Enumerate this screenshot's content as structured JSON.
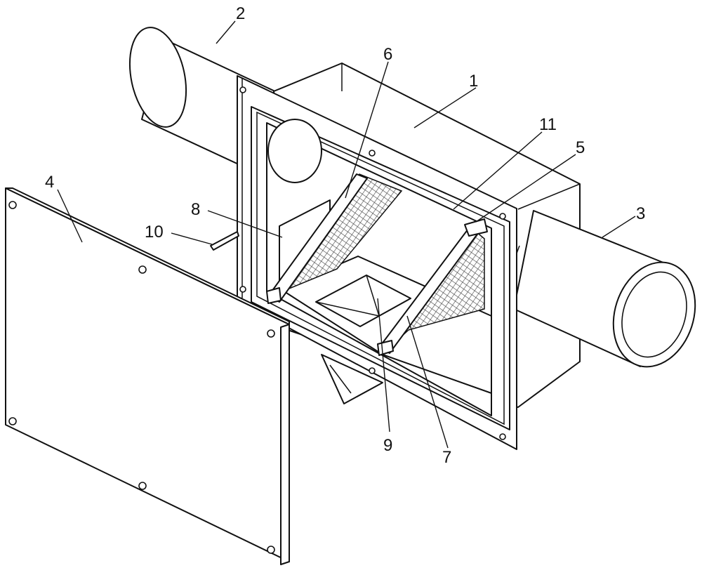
{
  "callouts": [
    {
      "id": "1",
      "text": "1"
    },
    {
      "id": "2",
      "text": "2"
    },
    {
      "id": "3",
      "text": "3"
    },
    {
      "id": "4",
      "text": "4"
    },
    {
      "id": "5",
      "text": "5"
    },
    {
      "id": "6",
      "text": "6"
    },
    {
      "id": "7",
      "text": "7"
    },
    {
      "id": "8",
      "text": "8"
    },
    {
      "id": "9",
      "text": "9"
    },
    {
      "id": "10",
      "text": "10"
    },
    {
      "id": "11",
      "text": "11"
    }
  ],
  "colors": {
    "line": "#111111",
    "fill": "#ffffff",
    "mesh": "#444444"
  }
}
